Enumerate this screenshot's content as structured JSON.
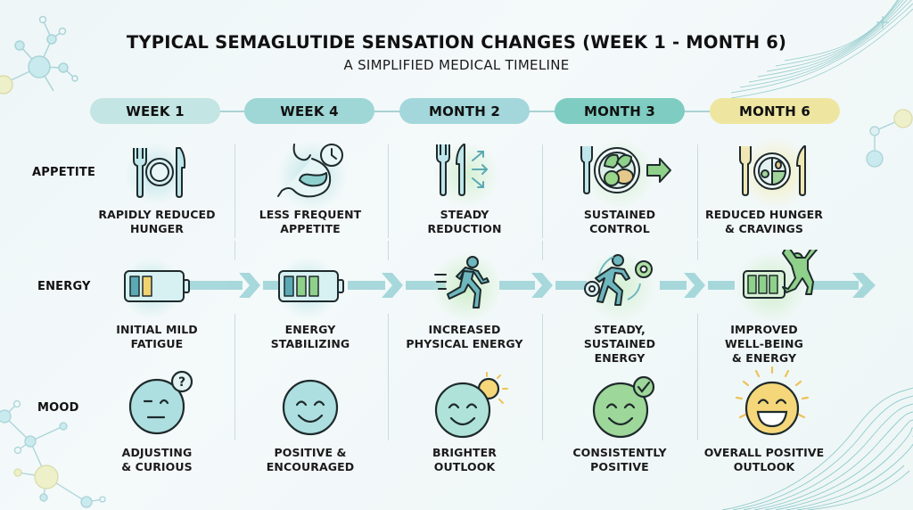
{
  "header": {
    "title": "TYPICAL SEMAGLUTIDE SENSATION CHANGES (WEEK 1 - MONTH 6)",
    "subtitle": "A SIMPLIFIED MEDICAL TIMELINE"
  },
  "stages": [
    {
      "label": "WEEK 1",
      "color": "#c3e5e3"
    },
    {
      "label": "WEEK 4",
      "color": "#9fd6d6"
    },
    {
      "label": "MONTH 2",
      "color": "#a3d7db"
    },
    {
      "label": "MONTH 3",
      "color": "#7fcdc2"
    },
    {
      "label": "MONTH 6",
      "color": "#eee6a0"
    }
  ],
  "rows": {
    "appetite": {
      "label": "APPETITE",
      "cells": [
        {
          "line1": "RAPIDLY REDUCED",
          "line2": "HUNGER",
          "icon": "plate-fork-knife-icon"
        },
        {
          "line1": "LESS FREQUENT",
          "line2": "APPETITE",
          "icon": "stomach-clock-icon"
        },
        {
          "line1": "STEADY",
          "line2": "REDUCTION",
          "icon": "utensils-arrows-icon"
        },
        {
          "line1": "SUSTAINED",
          "line2": "CONTROL",
          "icon": "healthy-plate-arrow-icon"
        },
        {
          "line1": "REDUCED HUNGER",
          "line2": "& CRAVINGS",
          "icon": "portion-plate-icon"
        }
      ]
    },
    "energy": {
      "label": "ENERGY",
      "cells": [
        {
          "line1": "INITIAL MILD",
          "line2": "FATIGUE",
          "line3": "",
          "icon": "battery-low-icon"
        },
        {
          "line1": "ENERGY",
          "line2": "STABILIZING",
          "line3": "",
          "icon": "battery-medium-icon"
        },
        {
          "line1": "INCREASED",
          "line2": "PHYSICAL ENERGY",
          "line3": "",
          "icon": "running-person-icon"
        },
        {
          "line1": "STEADY,",
          "line2": "SUSTAINED",
          "line3": "ENERGY",
          "icon": "walking-gears-icon"
        },
        {
          "line1": "IMPROVED",
          "line2": "WELL-BEING",
          "line3": "& ENERGY",
          "icon": "battery-jumping-person-icon"
        }
      ]
    },
    "mood": {
      "label": "MOOD",
      "cells": [
        {
          "line1": "ADJUSTING",
          "line2": "& CURIOUS",
          "icon": "face-question-icon"
        },
        {
          "line1": "POSITIVE &",
          "line2": "ENCOURAGED",
          "icon": "smile-face-icon"
        },
        {
          "line1": "BRIGHTER",
          "line2": "OUTLOOK",
          "icon": "smile-sun-icon"
        },
        {
          "line1": "CONSISTENTLY",
          "line2": "POSITIVE",
          "icon": "smile-check-icon"
        },
        {
          "line1": "OVERALL POSITIVE",
          "line2": "OUTLOOK",
          "icon": "sunny-grin-icon"
        }
      ]
    }
  },
  "colors": {
    "teal_dark": "#5aa9b3",
    "teal_light": "#bfe6ea",
    "green": "#8fd08a",
    "yellow": "#f5d77a",
    "outline": "#1e2a2c",
    "arrow": "#8fcdd0"
  }
}
